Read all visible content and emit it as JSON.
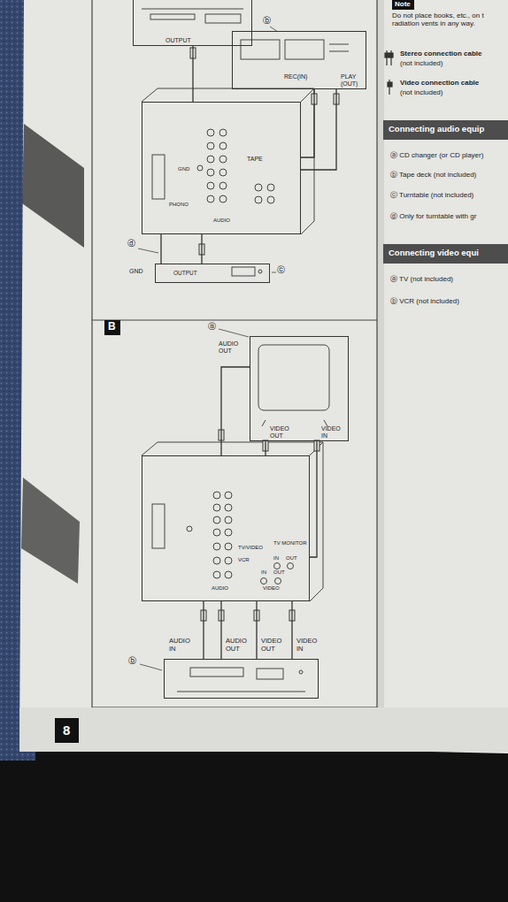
{
  "diagram": {
    "nodes": [
      {
        "text": [
          "OUTPUT"
        ]
      },
      {
        "text": [
          "REC(IN)",
          "PLAY (OUT)"
        ]
      },
      {
        "text": [
          "TAPE",
          "GND",
          "PHONO",
          "AUDIO"
        ]
      },
      {
        "text": [
          "GND",
          "OUTPUT"
        ]
      },
      {
        "text": [
          "B"
        ]
      },
      {
        "text": [
          "AUDIO OUT",
          "VIDEO OUT",
          "VIDEO IN"
        ]
      },
      {
        "text": [
          "TV/VIDEO",
          "VCR",
          "TV MONITOR",
          "IN",
          "OUT",
          "IN",
          "OUT",
          "VIDEO",
          "AUDIO"
        ]
      },
      {
        "text": [
          "AUDIO IN",
          "AUDIO OUT",
          "VIDEO OUT",
          "VIDEO IN"
        ]
      },
      {
        "text": [
          "8"
        ]
      },
      {
        "text": [
          "Note"
        ]
      },
      {
        "text": [
          "Connecting audio equip"
        ]
      },
      {
        "text": [
          "Connecting video equi"
        ]
      }
    ],
    "edges": [
      {
        "from": 0,
        "to": 2,
        "arrow": "none"
      },
      {
        "from": 2,
        "to": 1,
        "arrow": "none"
      },
      {
        "from": 1,
        "to": 2,
        "arrow": "none"
      },
      {
        "from": 3,
        "to": 2,
        "arrow": "none"
      },
      {
        "from": 3,
        "to": 2,
        "arrow": "none"
      },
      {
        "from": 5,
        "to": 6,
        "arrow": "none"
      },
      {
        "from": 5,
        "to": 6,
        "arrow": "none"
      },
      {
        "from": 6,
        "to": 5,
        "arrow": "none"
      },
      {
        "from": 6,
        "to": 7,
        "arrow": "none"
      },
      {
        "from": 7,
        "to": 6,
        "arrow": "none"
      },
      {
        "from": 7,
        "to": 6,
        "arrow": "none"
      },
      {
        "from": 6,
        "to": 7,
        "arrow": "none"
      }
    ],
    "labels": [
      "ⓑ",
      "ⓓ",
      "ⓒ",
      "ⓐ",
      "ⓑ",
      "Do not place books, etc., on t radiation vents in any way.",
      "Stereo connection cable",
      "(not included)",
      "Video connection cable",
      "(not included)",
      "ⓐ CD changer (or CD player)",
      "ⓑ Tape deck (not included)",
      "ⓒ Turntable (not included)",
      "ⓓ Only for turntable with gr",
      "ⓐ TV (not included)",
      "ⓑ VCR (not included)"
    ]
  }
}
